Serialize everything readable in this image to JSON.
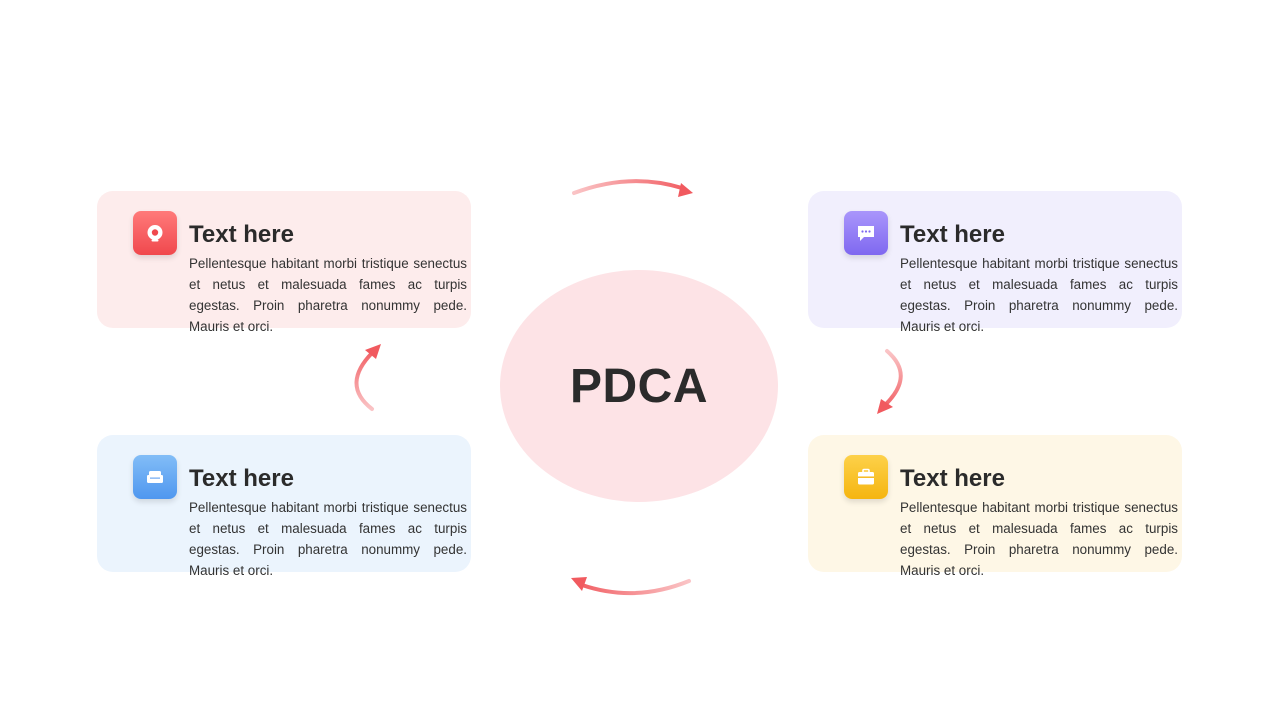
{
  "center": {
    "label": "PDCA",
    "color": "#fde3e6"
  },
  "arrow_color": "#f15a5f",
  "cards": [
    {
      "title": "Text here",
      "body": "Pellentesque habitant morbi tristique senectus et netus et malesuada fames ac turpis egestas. Proin pharetra nonummy  pede. Mauris et orci.",
      "icon": "camera-icon",
      "background": "#fdecec",
      "icon_color_from": "#ff7a7a",
      "icon_color_to": "#f0484d"
    },
    {
      "title": "Text here",
      "body": "Pellentesque habitant morbi tristique senectus et netus et malesuada fames ac turpis egestas. Proin pharetra nonummy  pede. Mauris et orci.",
      "icon": "chat-icon",
      "background": "#f1effd",
      "icon_color_from": "#a996fb",
      "icon_color_to": "#7f68f0"
    },
    {
      "title": "Text here",
      "body": "Pellentesque habitant morbi tristique senectus et netus et malesuada fames ac turpis egestas. Proin pharetra nonummy  pede. Mauris et orci.",
      "icon": "briefcase-icon",
      "background": "#fef7e6",
      "icon_color_from": "#fdd14a",
      "icon_color_to": "#f5b510"
    },
    {
      "title": "Text here",
      "body": "Pellentesque habitant morbi tristique senectus et netus et malesuada fames ac turpis egestas. Proin pharetra nonummy  pede. Mauris et orci.",
      "icon": "sofa-icon",
      "background": "#ebf4fd",
      "icon_color_from": "#82bdf7",
      "icon_color_to": "#4f97ef"
    }
  ]
}
